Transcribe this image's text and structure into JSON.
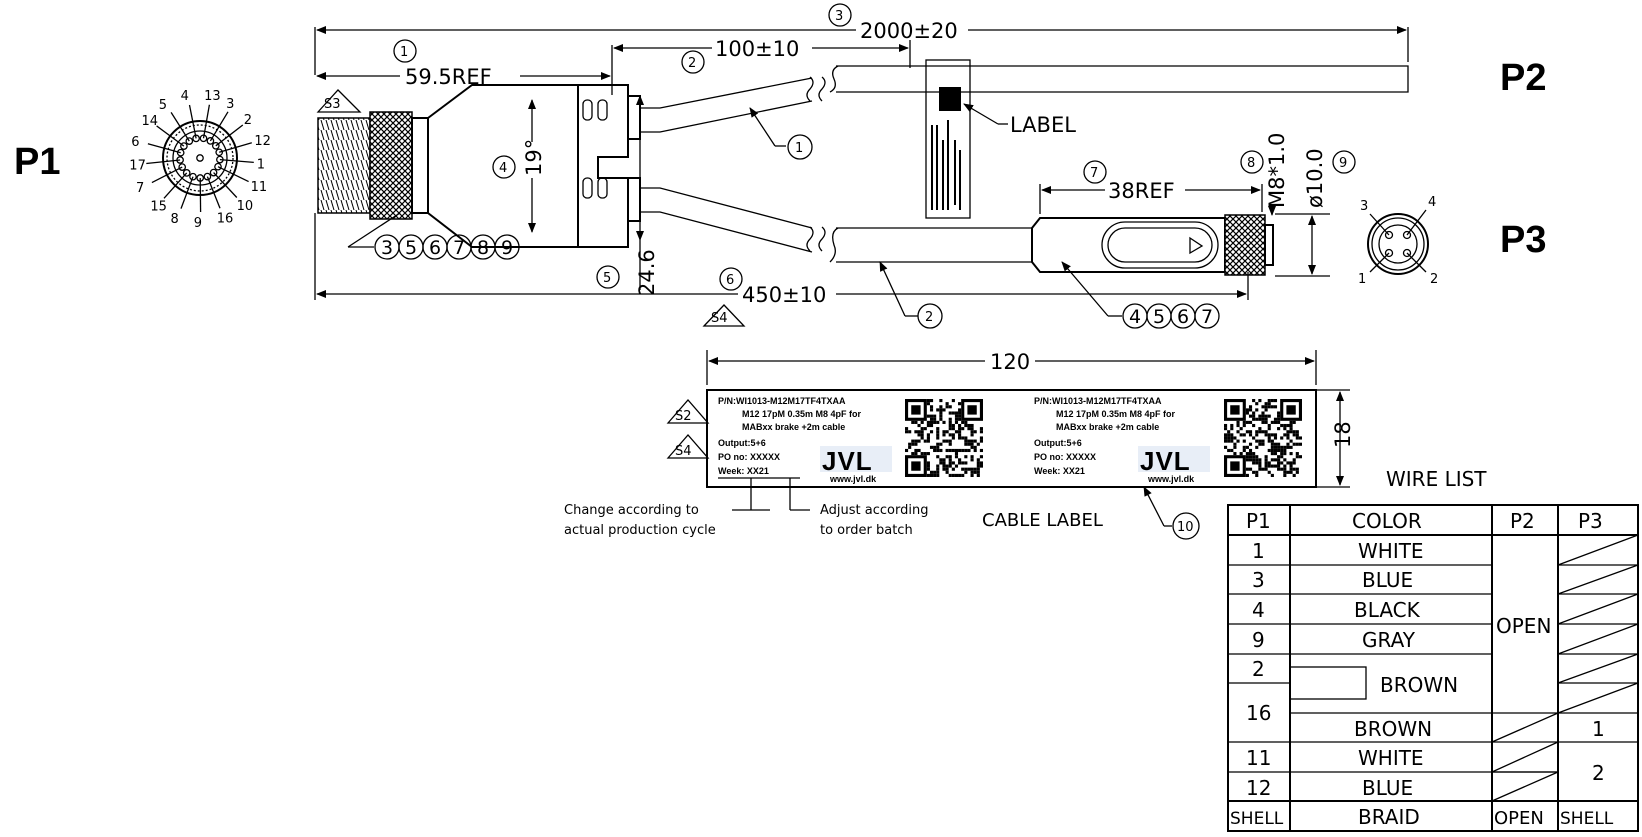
{
  "ports": {
    "p1": "P1",
    "p2": "P2",
    "p3": "P3"
  },
  "dims": {
    "total": "2000±20",
    "ref59": "59.5REF",
    "split": "100±10",
    "angle": "19°",
    "w24": "24.6",
    "len450": "450±10",
    "ref38": "38REF",
    "thread": "M8*1.0",
    "dia": "ø10.0",
    "label_w": "120",
    "label_h": "18"
  },
  "balloons": {
    "n1": "1",
    "n2": "2",
    "n3": "3",
    "n4": "4",
    "n5": "5",
    "n6": "6",
    "n7": "7",
    "n8": "8",
    "n9": "9",
    "n10": "10",
    "group_a": [
      "3",
      "5",
      "6",
      "7",
      "8",
      "9"
    ],
    "group_b": [
      "4",
      "5",
      "6",
      "7"
    ]
  },
  "revisions": {
    "s3": "S3",
    "s4": "S4",
    "s2": "S2"
  },
  "callouts": {
    "label": "LABEL",
    "cable_label": "CABLE LABEL"
  },
  "p1_pins": [
    "13",
    "3",
    "2",
    "12",
    "1",
    "11",
    "10",
    "16",
    "9",
    "8",
    "15",
    "7",
    "17",
    "6",
    "14",
    "5",
    "4"
  ],
  "p3_pins": [
    "3",
    "4",
    "1",
    "2"
  ],
  "cable_label": {
    "pn": "P/N:WI1013-M12M17TF4TXAA",
    "desc1": "M12 17pM 0.35m M8 4pF for",
    "desc2": "MABxx brake +2m cable",
    "output": "Output:5+6",
    "po": "PO no: XXXXX",
    "week": "Week: XX21",
    "brand": "JVL",
    "site": "www.jvl.dk"
  },
  "notes": {
    "change1": "Change according to",
    "change2": "actual production cycle",
    "adjust1": "Adjust according",
    "adjust2": "to order batch"
  },
  "wire_list": {
    "title": "WIRE LIST",
    "headers": [
      "P1",
      "COLOR",
      "P2",
      "P3"
    ],
    "rows": [
      {
        "p1": "1",
        "color": "WHITE"
      },
      {
        "p1": "3",
        "color": "BLUE"
      },
      {
        "p1": "4",
        "color": "BLACK"
      },
      {
        "p1": "9",
        "color": "GRAY"
      },
      {
        "p1": "2",
        "color": "BROWN"
      },
      {
        "p1": "16",
        "color": "BROWN"
      },
      {
        "p1": "11",
        "color": "WHITE"
      },
      {
        "p1": "12",
        "color": "BLUE"
      },
      {
        "p1": "SHELL",
        "color": "BRAID"
      }
    ],
    "p2_open": "OPEN",
    "p3_brown": "1",
    "p3_pair": "2",
    "p2_shell": "OPEN",
    "p3_shell": "SHELL"
  }
}
